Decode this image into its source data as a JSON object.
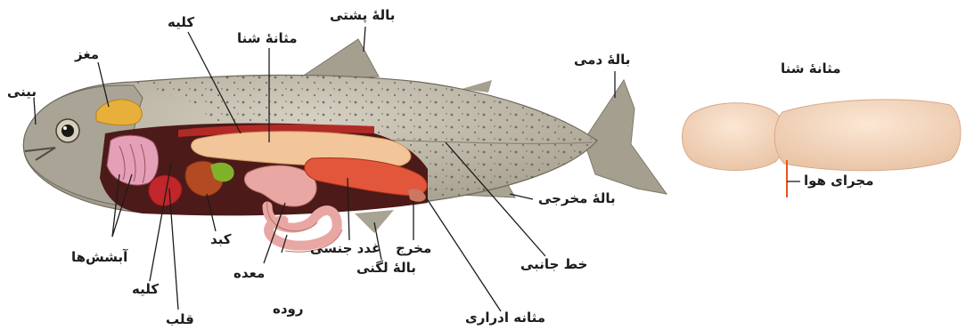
{
  "labels": {
    "nose": "بینی",
    "brain": "مغز",
    "kidney_top": "کلیه",
    "swim_bladder_top": "مثانهٔ شنا",
    "dorsal_fin": "بالهٔ پشتی",
    "caudal_fin": "بالهٔ دمی",
    "anal_fin": "بالهٔ مخرجی",
    "lateral_line": "خط جانبی",
    "urinary_bladder": "مثانه ادراری",
    "pelvic_fin": "بالهٔ لگنی",
    "anus": "مخرج",
    "gonads": "غدد جنسی",
    "intestine": "روده",
    "stomach": "معده",
    "liver": "کبد",
    "heart": "قلب",
    "kidney_bottom": "کلیه",
    "gills": "آبشش‌ها"
  },
  "side_panel": {
    "title": "مثانهٔ شنا",
    "duct_label": "مجرای هوا"
  },
  "colors": {
    "fish_body": "#b9b2a2",
    "gut": "#e9a7a3",
    "gonad": "#e2573c",
    "swim_bladder": "#f2c69a",
    "leader_line": "#1c1c1c",
    "duct": "#e8561f"
  }
}
